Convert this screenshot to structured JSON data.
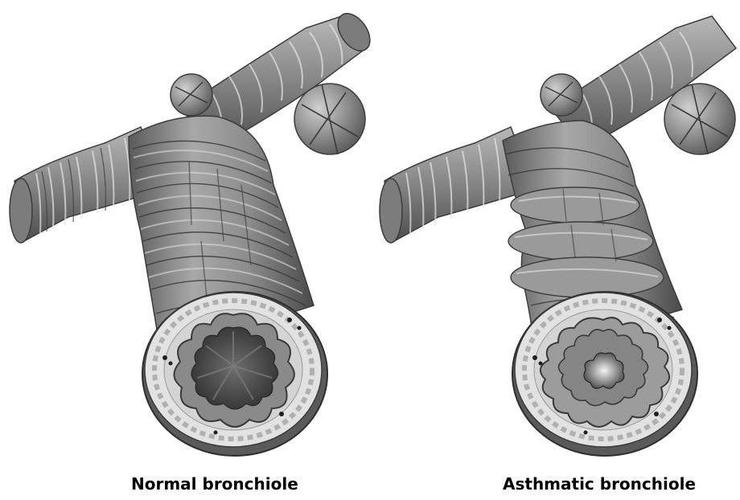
{
  "panels": [
    {
      "caption": "Normal bronchiole",
      "airway_state": "open",
      "icon": "bronchiole-normal-illustration"
    },
    {
      "caption": "Asthmatic bronchiole",
      "airway_state": "constricted",
      "icon": "bronchiole-asthmatic-illustration"
    }
  ],
  "colors": {
    "tube_dark": "#5a5a5a",
    "tube_mid": "#8e8e8e",
    "tube_light": "#c4c4c4",
    "wall_ring": "#d9d9d9",
    "mucosa": "#7a7a7a",
    "lumen": "#3a3a3a"
  }
}
